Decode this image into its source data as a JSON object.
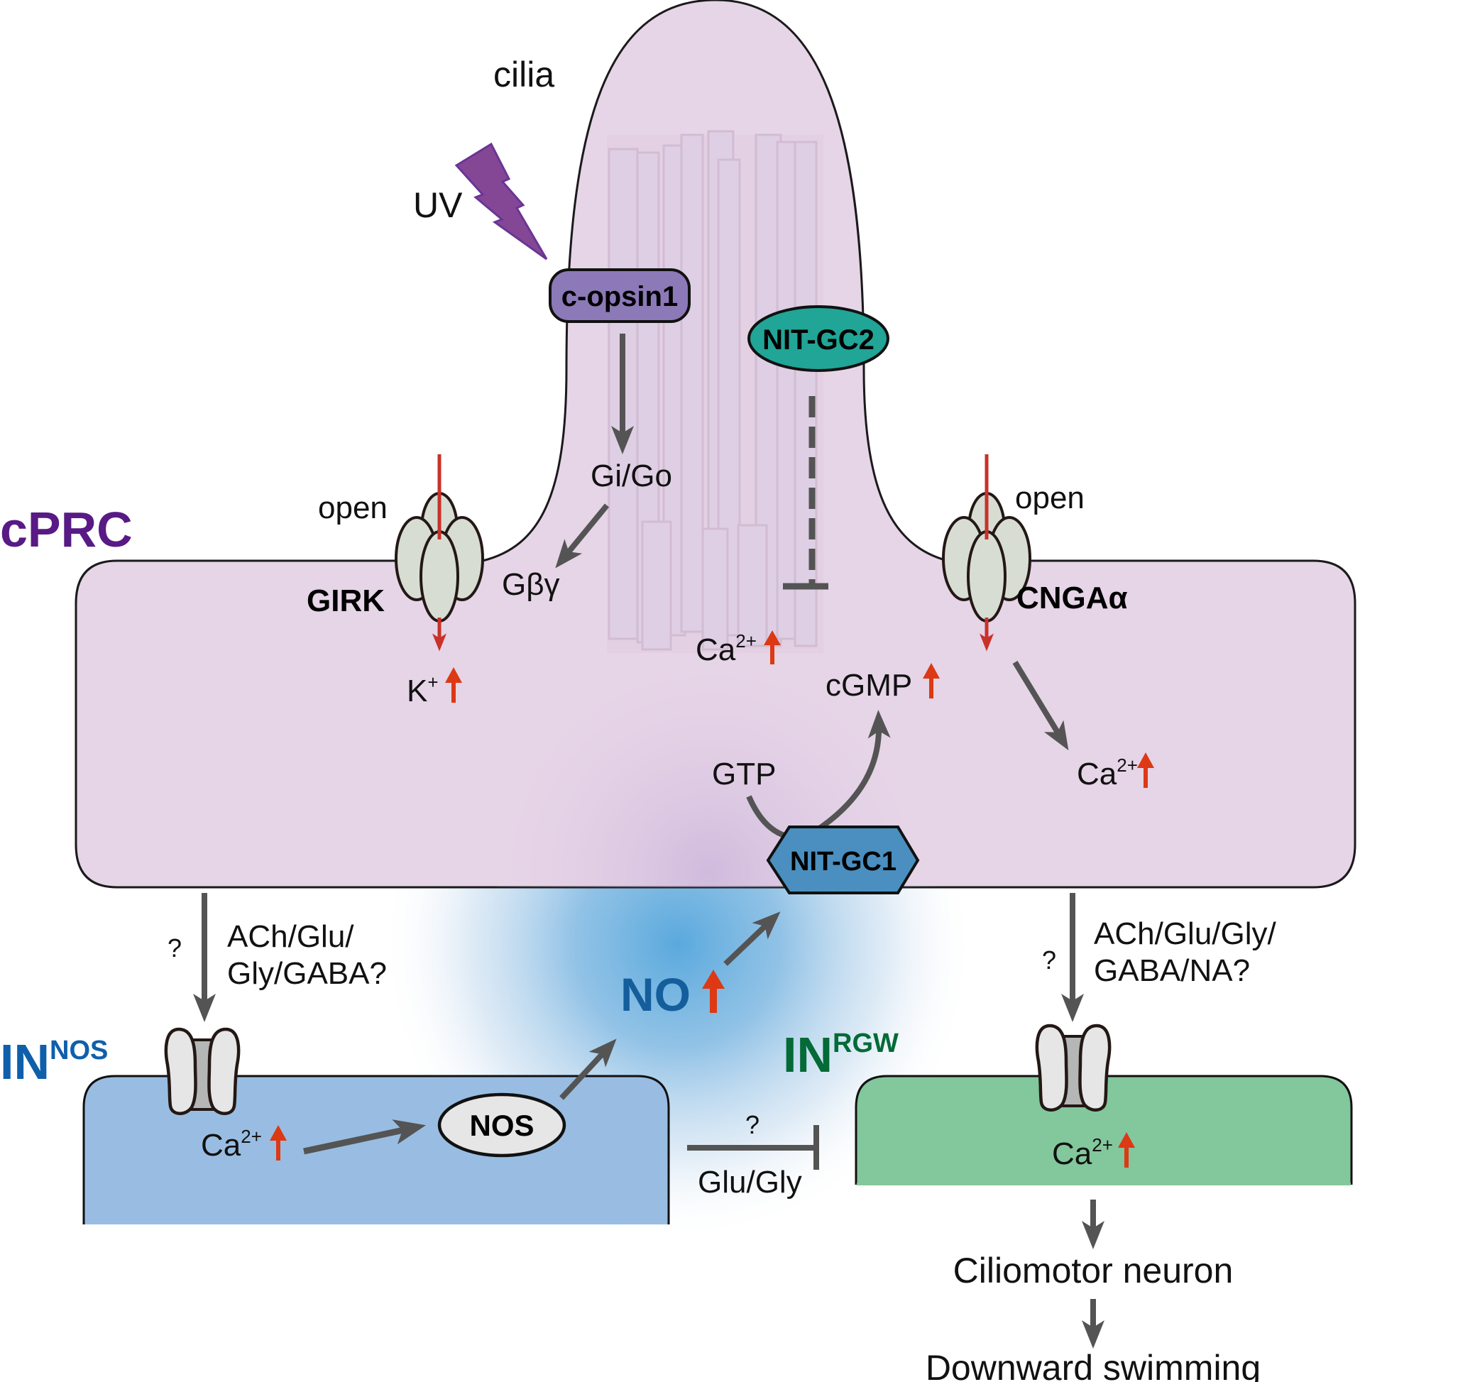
{
  "figure": {
    "labels": {
      "cilia": "cilia",
      "uv": "UV",
      "cprc": "cPRC",
      "in_nos_main": "IN",
      "in_nos_sup": "NOS",
      "in_rgw_main": "IN",
      "in_rgw_sup": "RGW"
    },
    "proteins": {
      "c_opsin1": "c-opsin1",
      "nit_gc2": "NIT-GC2",
      "nit_gc1": "NIT-GC1",
      "nos": "NOS"
    },
    "channels": {
      "girk": {
        "name": "GIRK",
        "state": "open"
      },
      "cnga": {
        "name": "CNGAα",
        "state": "open"
      }
    },
    "signals": {
      "gi_go": "Gi/Go",
      "gbg": "Gβγ",
      "k_ion": "K",
      "k_sup": "+",
      "ca_ion": "Ca",
      "ca_sup": "2+",
      "cgmp": "cGMP",
      "gtp": "GTP",
      "no": "NO",
      "increase_symbol": "up-arrow-red"
    },
    "transmitters": {
      "cprc_to_innos_line1": "ACh/Glu/",
      "cprc_to_innos_line2": "Gly/GABA?",
      "cprc_to_innos_question": "?",
      "cprc_to_inrgw_line1": "ACh/Glu/Gly/",
      "cprc_to_inrgw_line2": "GABA/NA?",
      "cprc_to_inrgw_question": "?",
      "innos_to_inrgw_question": "?",
      "innos_to_inrgw": "Glu/Gly"
    },
    "outputs": {
      "ciliomotor": "Ciliomotor neuron",
      "behavior": "Downward swimming"
    },
    "colors": {
      "cell_cprc": "#e6d4e7",
      "cell_innos": "#99bde2",
      "cell_inrgw": "#83c79c",
      "label_cprc": "#581a85",
      "label_innos": "#0f5fab",
      "label_inrgw": "#046a36",
      "label_no": "#155e9c",
      "opsin": "#8c79b7",
      "uv_bolt": "#844796",
      "nit_gc2": "#20a597",
      "nit_gc1": "#4a8fbf",
      "nos": "#e6e6e6",
      "channel": "#d8ddd4",
      "ion_flux": "#c8322a",
      "increase": "#dc3914",
      "pathway_arrow": "#545454",
      "no_glow": "#5aa9dd"
    }
  }
}
